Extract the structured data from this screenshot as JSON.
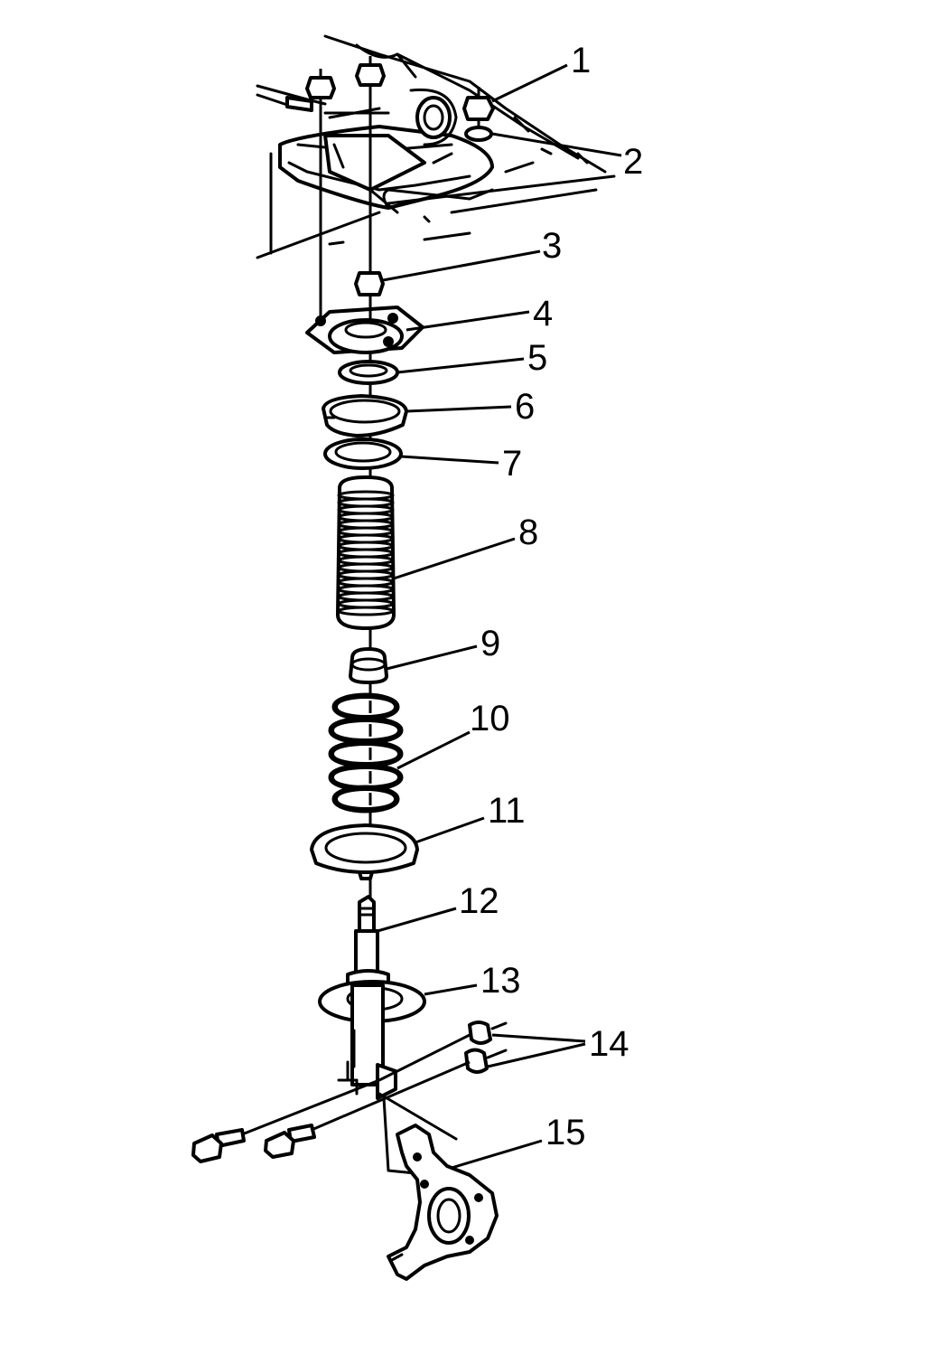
{
  "callouts": [
    {
      "number": "1"
    },
    {
      "number": "2"
    },
    {
      "number": "3"
    },
    {
      "number": "4"
    },
    {
      "number": "5"
    },
    {
      "number": "6"
    },
    {
      "number": "7"
    },
    {
      "number": "8"
    },
    {
      "number": "9"
    },
    {
      "number": "10"
    },
    {
      "number": "11"
    },
    {
      "number": "12"
    },
    {
      "number": "13"
    },
    {
      "number": "14"
    },
    {
      "number": "15"
    }
  ],
  "colors": {
    "line": "#000000",
    "background": "#ffffff"
  }
}
